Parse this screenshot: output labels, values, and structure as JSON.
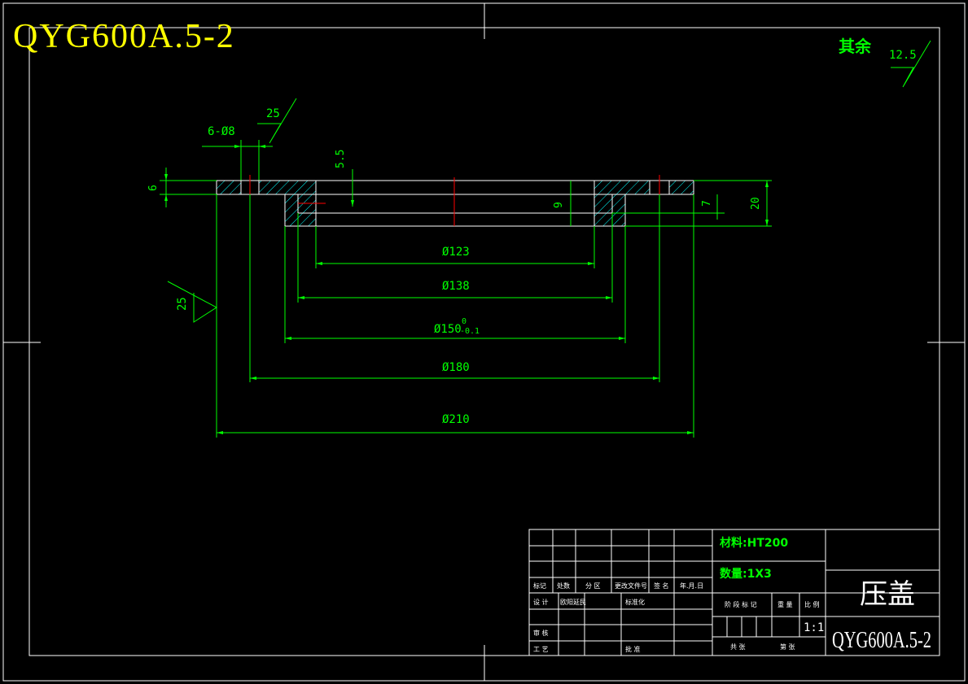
{
  "drawing_number_top": "QYG600A.5-2",
  "roughness_other": {
    "label": "其余",
    "value": "12.5"
  },
  "roughness_marks": {
    "top": "25",
    "left": "25"
  },
  "hole_callout": "6-Ø8",
  "dimensions": {
    "depth_5_5": "5.5",
    "thick_6": "6",
    "inner_9": "9",
    "inner_7": "7",
    "total_20": "20",
    "d123": "Ø123",
    "d138": "Ø138",
    "d150": "Ø150",
    "d150_tol_upper": "0",
    "d150_tol_lower": "-0.1",
    "d180": "Ø180",
    "d210": "Ø210"
  },
  "title_block": {
    "material": "材料:HT200",
    "quantity": "数量:1X3",
    "part_name": "压盖",
    "drawing_number": "QYG600A.5-2",
    "scale": "1:1",
    "headers": {
      "mark": "标记",
      "count": "处数",
      "zone": "分 区",
      "change_doc": "更改文件号",
      "signature": "签 名",
      "date": "年.月.日",
      "design": "设 计",
      "standardize": "标准化",
      "review": "审 核",
      "process": "工 艺",
      "approve": "批 准",
      "stage_mark": "阶 段 标 记",
      "weight": "重 量",
      "ratio": "比 例",
      "total": "共    张",
      "sheet": "第    张"
    },
    "designer": "欧阳延民"
  }
}
